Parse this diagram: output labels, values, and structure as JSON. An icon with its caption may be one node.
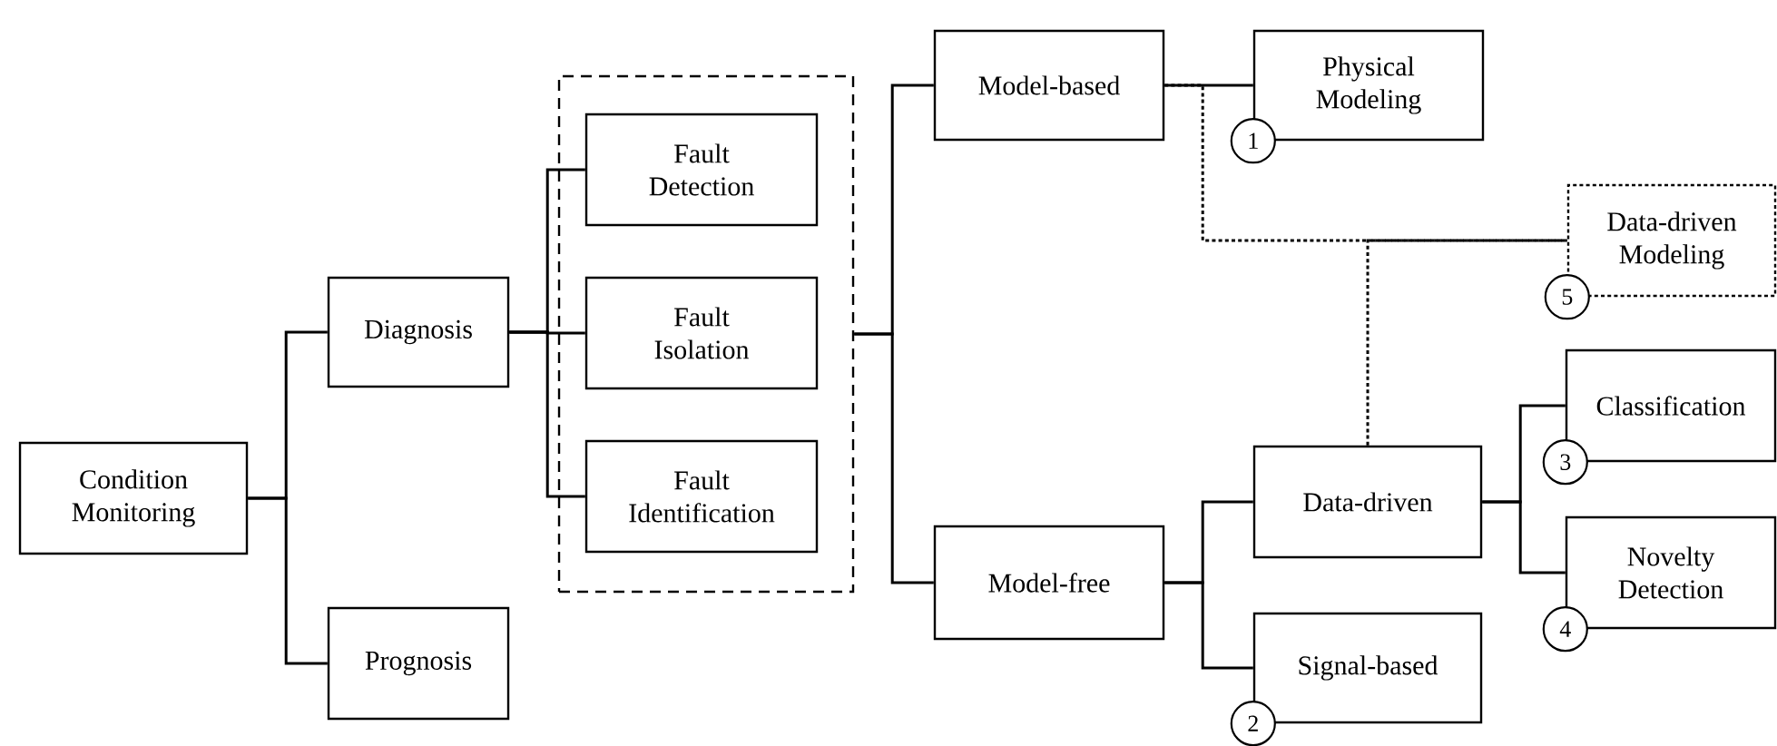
{
  "diagram": {
    "nodes": [
      {
        "text": [
          "Condition Monitoring"
        ]
      },
      {
        "text": [
          "Diagnosis"
        ]
      },
      {
        "text": [
          "Prognosis"
        ]
      },
      {
        "text": [],
        "shape": "box"
      },
      {
        "text": [
          "Fault Detection"
        ],
        "in": 3
      },
      {
        "text": [
          "Fault Isolation"
        ],
        "in": 3
      },
      {
        "text": [
          "Fault Identification"
        ],
        "in": 3
      },
      {
        "text": [
          "Model-based"
        ]
      },
      {
        "text": [
          "Model-free"
        ]
      },
      {
        "text": [
          "Physical Modeling"
        ],
        "beside": [
          "1"
        ]
      },
      {
        "text": [
          "Data-driven Modeling"
        ],
        "beside": [
          "5"
        ]
      },
      {
        "text": [
          "Data-driven"
        ]
      },
      {
        "text": [
          "Signal-based"
        ],
        "beside": [
          "2"
        ]
      },
      {
        "text": [
          "Classification"
        ],
        "beside": [
          "3"
        ]
      },
      {
        "text": [
          "Novelty Detection"
        ],
        "beside": [
          "4"
        ]
      }
    ],
    "edges": [
      {
        "from": 0,
        "to": 1,
        "arrow": "none"
      },
      {
        "from": 0,
        "to": 2,
        "arrow": "none"
      },
      {
        "from": 1,
        "to": 4,
        "arrow": "none"
      },
      {
        "from": 1,
        "to": 5,
        "arrow": "none"
      },
      {
        "from": 1,
        "to": 6,
        "arrow": "none"
      },
      {
        "from": 3,
        "to": 7,
        "arrow": "none"
      },
      {
        "from": 3,
        "to": 8,
        "arrow": "none"
      },
      {
        "from": 7,
        "to": 9,
        "arrow": "none"
      },
      {
        "from": 7,
        "to": 10,
        "arrow": "none",
        "style": "dashed"
      },
      {
        "from": 8,
        "to": 11,
        "arrow": "none"
      },
      {
        "from": 8,
        "to": 12,
        "arrow": "none"
      },
      {
        "from": 11,
        "to": 10,
        "arrow": "none",
        "style": "dashed"
      },
      {
        "from": 11,
        "to": 13,
        "arrow": "none"
      },
      {
        "from": 11,
        "to": 14,
        "arrow": "none"
      }
    ]
  }
}
